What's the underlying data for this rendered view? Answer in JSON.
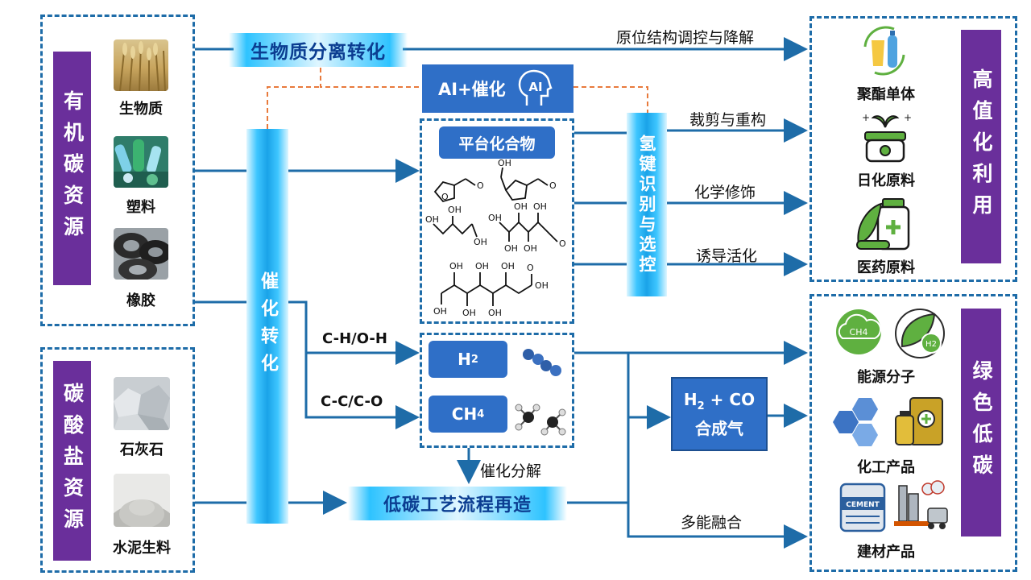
{
  "organic": {
    "title": "有机碳资源",
    "items": [
      {
        "label": "生物质"
      },
      {
        "label": "塑料"
      },
      {
        "label": "橡胶"
      }
    ]
  },
  "carbonate": {
    "title": "碳酸盐资源",
    "items": [
      {
        "label": "石灰石"
      },
      {
        "label": "水泥生料"
      }
    ]
  },
  "biomass_separation": "生物质分离转化",
  "in_situ": "原位结构调控与降解",
  "ai_catalysis": "AI+催化",
  "ai_icon_text": "AI",
  "catalytic_conversion": "催化转化",
  "platform": {
    "title": "平台化合物",
    "mol_labels": {
      "oh": "OH",
      "o": "O"
    }
  },
  "hydrogen_bond": "氢键识别与选控",
  "edges": {
    "crop": "裁剪与重构",
    "chem_mod": "化学修饰",
    "induce": "诱导活化",
    "ch_oh": "C-H/O-H",
    "cc_co": "C-C/C-O",
    "cat_decomp": "催化分解",
    "multi_energy": "多能融合"
  },
  "h2": {
    "main": "H",
    "sub": "2"
  },
  "ch4": {
    "main": "CH",
    "sub": "4"
  },
  "syngas": {
    "line1_a": "H",
    "line1_sub": "2",
    "line1_b": " + CO",
    "line2": "合成气"
  },
  "low_carbon_process": "低碳工艺流程再造",
  "high_value": {
    "title": "高值化利用",
    "items": [
      {
        "label": "聚酯单体"
      },
      {
        "label": "日化原料"
      },
      {
        "label": "医药原料"
      }
    ]
  },
  "green": {
    "title": "绿色低碳",
    "items": [
      {
        "label": "能源分子"
      },
      {
        "label": "化工产品"
      },
      {
        "label": "建材产品"
      }
    ],
    "icon_texts": {
      "ch4": "CH4",
      "h2": "H2",
      "cement": "CEMENT"
    }
  }
}
